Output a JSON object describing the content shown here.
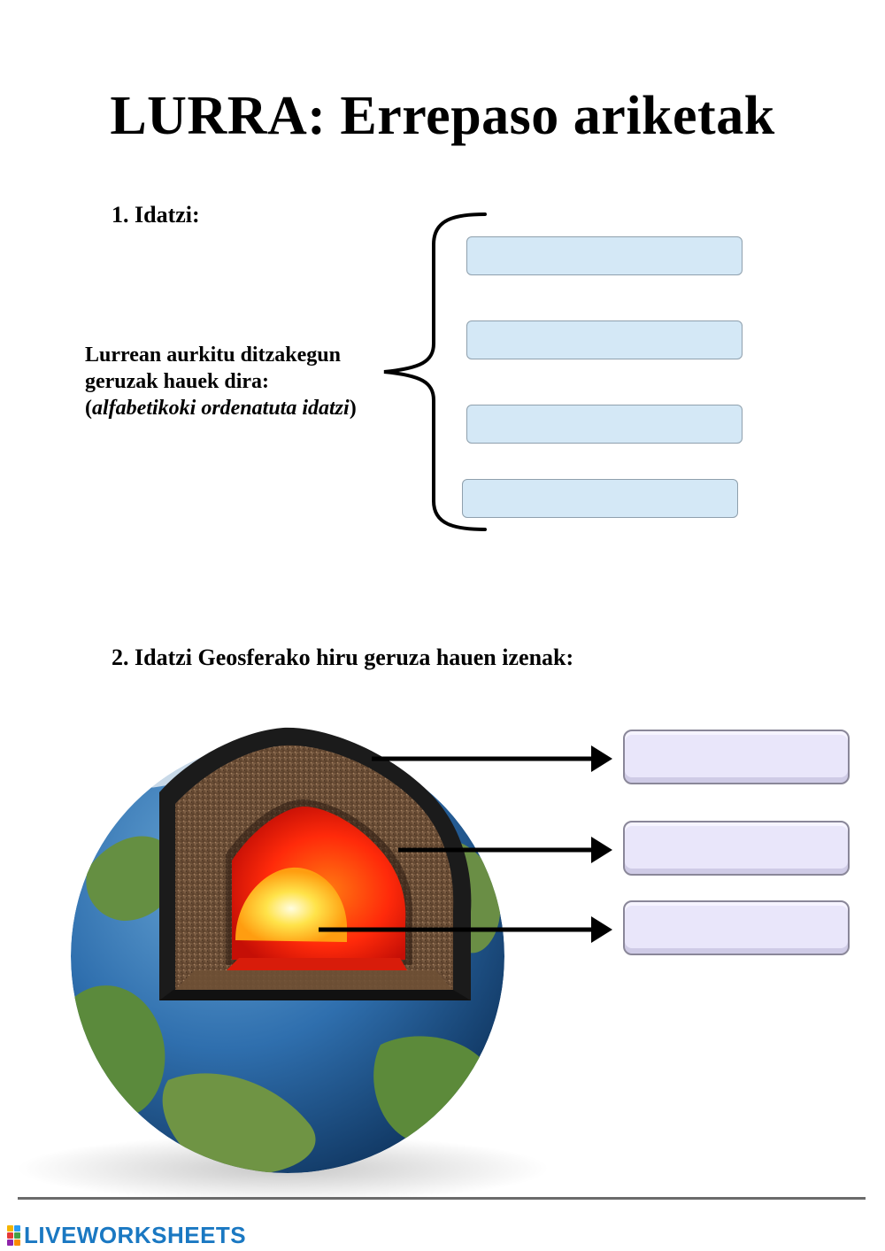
{
  "title": "LURRA: Errepaso ariketak",
  "exercise1": {
    "heading": "1. Idatzi:",
    "description_line1": "Lurrean aurkitu ditzakegun",
    "description_line2": "geruzak hauek dira:",
    "description_paren_open": "(",
    "description_italic": "alfabetikoki ordenatuta idatzi",
    "description_paren_close": ")",
    "answers": [
      "",
      "",
      "",
      ""
    ]
  },
  "exercise2": {
    "heading": "2. Idatzi Geosferako hiru geruza hauen izenak:",
    "answers": [
      "",
      "",
      ""
    ]
  },
  "footer": {
    "logo_text": "LIVEWORKSHEETS"
  },
  "colors": {
    "answer_box": "#d4e8f6",
    "layer_box": "#e9e6fa",
    "logo": "#1a78c2"
  }
}
